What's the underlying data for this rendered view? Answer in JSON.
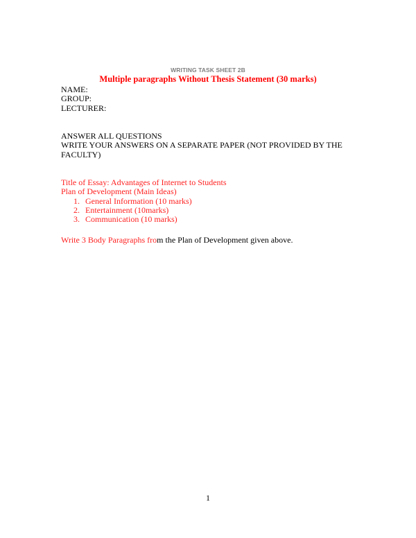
{
  "document": {
    "sheet_label": "WRITING TASK SHEET 2B",
    "main_heading": "Multiple paragraphs Without Thesis Statement (30 marks)",
    "fields": [
      {
        "label": "NAME:"
      },
      {
        "label": "GROUP:"
      },
      {
        "label": "LECTURER:"
      }
    ],
    "instructions": [
      "ANSWER ALL QUESTIONS",
      "WRITE YOUR ANSWERS ON A SEPARATE PAPER (NOT PROVIDED BY THE",
      "FACULTY)"
    ],
    "essay": {
      "title_line": "Title of Essay: Advantages of Internet to Students",
      "plan_heading": "Plan of Development (Main Ideas)",
      "plan_items": [
        {
          "number": "1.",
          "text": "General Information (10 marks)"
        },
        {
          "number": "2.",
          "text": "Entertainment (10marks)"
        },
        {
          "number": "3.",
          "text": "Communication (10 marks)"
        }
      ]
    },
    "body_instruction": {
      "red_part": "Write 3 Body Paragraphs fro",
      "black_part": "m the Plan of Development given above."
    },
    "page_number": "1"
  },
  "colors": {
    "accent_red": "#ff0000",
    "label_gray": "#7f7f7f",
    "text": "#000000",
    "background": "#ffffff"
  }
}
